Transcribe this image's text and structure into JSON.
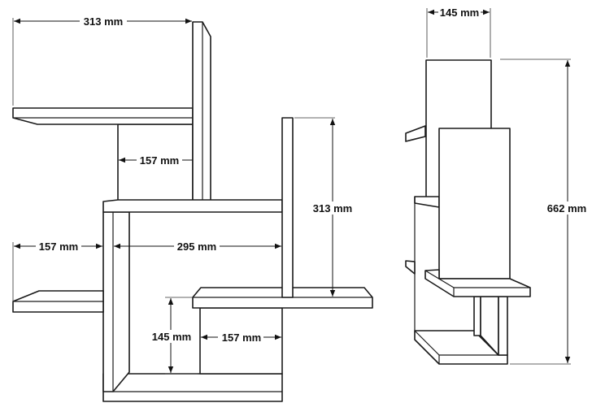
{
  "front_view": {
    "dimensions": {
      "top_width": "313 mm",
      "upper_depth": "157 mm",
      "right_height": "313 mm",
      "left_shelf": "157 mm",
      "inner_width": "295 mm",
      "lower_height": "145 mm",
      "lower_depth": "157 mm"
    }
  },
  "side_view": {
    "dimensions": {
      "depth": "145 mm",
      "total_height": "662 mm"
    }
  },
  "colors": {
    "line": "#1a1a1a",
    "background": "#ffffff"
  }
}
